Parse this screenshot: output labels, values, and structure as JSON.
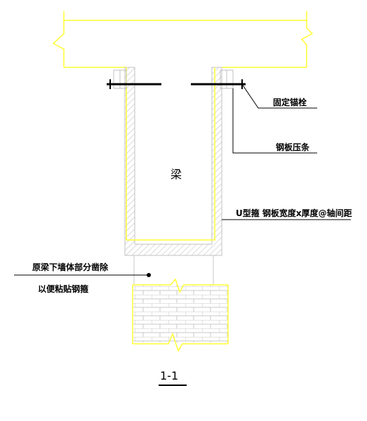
{
  "labels": {
    "anchor_bolt": "固定锚栓",
    "steel_strip": "钢板压条",
    "beam": "梁",
    "u_stirrup": "U型箍  钢板宽度x厚度@轴间距",
    "wall_note_line1": "原梁下墙体部分凿除",
    "wall_note_line2": "以便粘贴钢箍",
    "section_title": "1-1"
  },
  "colors": {
    "outline": "#ffff33",
    "hatch": "#b8b8b8",
    "ink": "#000000",
    "background": "#ffffff"
  }
}
